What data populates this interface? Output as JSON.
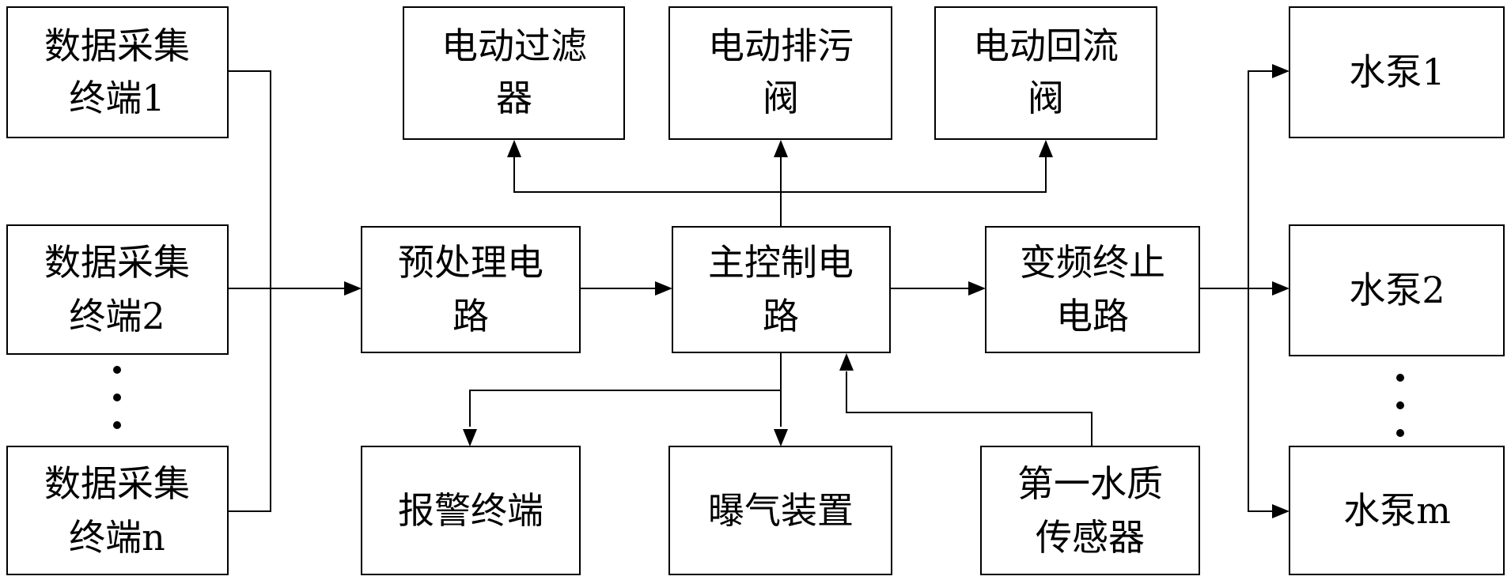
{
  "colors": {
    "stroke": "#000000",
    "background": "#ffffff"
  },
  "blocks": {
    "collector1": [
      "数据采集",
      "终端1"
    ],
    "collector2": [
      "数据采集",
      "终端2"
    ],
    "collectorN": [
      "数据采集",
      "终端n"
    ],
    "filter": [
      "电动过滤",
      "器"
    ],
    "drainValve": [
      "电动排污",
      "阀"
    ],
    "returnValve": [
      "电动回流",
      "阀"
    ],
    "preprocess": [
      "预处理电",
      "路"
    ],
    "mainControl": [
      "主控制电",
      "路"
    ],
    "vfdStop": [
      "变频终止",
      "电路"
    ],
    "pump1": [
      "水泵1"
    ],
    "pump2": [
      "水泵2"
    ],
    "pumpM": [
      "水泵m"
    ],
    "alarm": [
      "报警终端"
    ],
    "aerator": [
      "曝气装置"
    ],
    "sensor": [
      "第一水质",
      "传感器"
    ]
  }
}
